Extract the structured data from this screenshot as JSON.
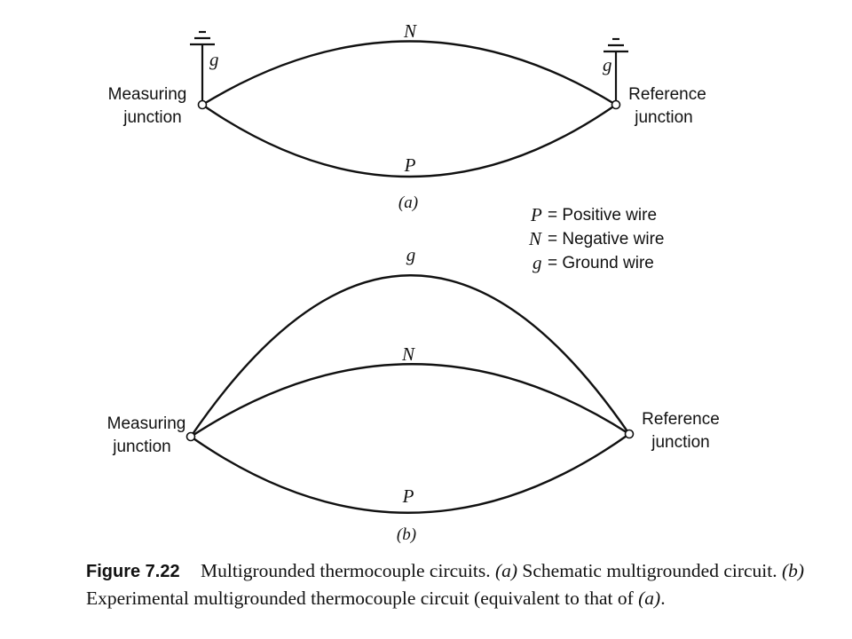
{
  "diagram_a": {
    "label_N": "N",
    "label_P": "P",
    "label_g_left": "g",
    "label_g_right": "g",
    "left_line1": "Measuring",
    "left_line2": "junction",
    "right_line1": "Reference",
    "right_line2": "junction",
    "sub_label": "(a)"
  },
  "legend": {
    "p_sym": "P",
    "p_text": "= Positive wire",
    "n_sym": "N",
    "n_text": "= Negative wire",
    "g_sym": "g",
    "g_text": "= Ground wire"
  },
  "diagram_b": {
    "label_g": "g",
    "label_N": "N",
    "label_P": "P",
    "left_line1": "Measuring",
    "left_line2": "junction",
    "right_line1": "Reference",
    "right_line2": "junction",
    "sub_label": "(b)"
  },
  "caption": {
    "figure_number": "Figure 7.22",
    "line1_a": "Multigrounded thermocouple circuits.",
    "line1_b": "(a)",
    "line1_c": "Schematic multigrounded circuit.",
    "line1_d": "(b)",
    "line2_a": "Experimental multigrounded thermocouple circuit (equivalent to that of",
    "line2_b": "(a)",
    "line2_c": "."
  }
}
